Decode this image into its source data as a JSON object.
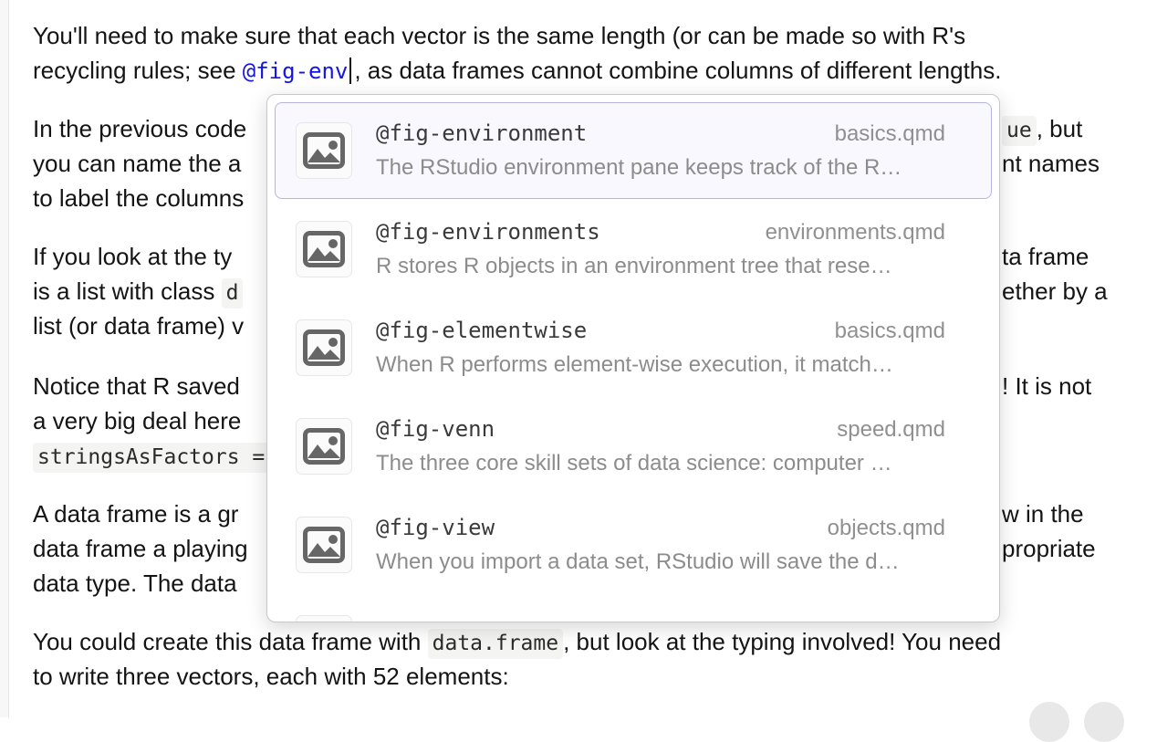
{
  "colors": {
    "reference_blue": "#1414e8",
    "selected_item_border": "#b7b4e3",
    "selected_item_bg": "#f8f8fe",
    "inline_code_bg": "#f4f4f3",
    "popup_border": "#c8c8c8"
  },
  "doc": {
    "p1l1": "You'll need to make sure that each vector is the same length (or can be made so with R's",
    "p1l2_pre": "recycling rules; see ",
    "p1l2_ref": "@fig-env",
    "p1l2_post": ", as data frames cannot combine columns of different lengths.",
    "p2l1_left": "In the previous code",
    "p2l1_right_code": "ue",
    "p2l1_right_post": ", but",
    "p2l2_left": "you can name the a",
    "p2l2_right": "nt names",
    "p2l3_left": "to label the columns",
    "p3l1_left": "If you look at the ty",
    "p3l1_right": "ta frame",
    "p3l2_left": "is a list with class ",
    "p3l2_left_code": "d",
    "p3l2_right": "ether by a",
    "p3l3_left": "list (or data frame) v",
    "p4l1_left": "Notice that R saved",
    "p4l1_right": "! It is not",
    "p4l2_left": "a very big deal here",
    "p4l3_code": "stringsAsFactors =",
    "p5l1_left": "A data frame is a gr",
    "p5l1_right": "w in the",
    "p5l2_left": "data frame a playing",
    "p5l2_right": "propriate",
    "p5l3_left": "data type. The data",
    "p6l1_pre": "You could create this data frame with ",
    "p6l1_code": "data.frame",
    "p6l1_post": ", but look at the typing involved! You need",
    "p6l2": "to write three vectors, each with 52 elements:"
  },
  "popup": {
    "items": [
      {
        "ref": "@fig-environment",
        "file": "basics.qmd",
        "desc": "The RStudio environment pane keeps track of the R…",
        "selected": true
      },
      {
        "ref": "@fig-environments",
        "file": "environments.qmd",
        "desc": "R stores R objects in an environment tree that rese…",
        "selected": false
      },
      {
        "ref": "@fig-elementwise",
        "file": "basics.qmd",
        "desc": "When R performs element-wise execution, it match…",
        "selected": false
      },
      {
        "ref": "@fig-venn",
        "file": "speed.qmd",
        "desc": "The three core skill sets of data science: computer …",
        "selected": false
      },
      {
        "ref": "@fig-view",
        "file": "objects.qmd",
        "desc": "When you import a data set, RStudio will save the d…",
        "selected": false
      }
    ]
  }
}
